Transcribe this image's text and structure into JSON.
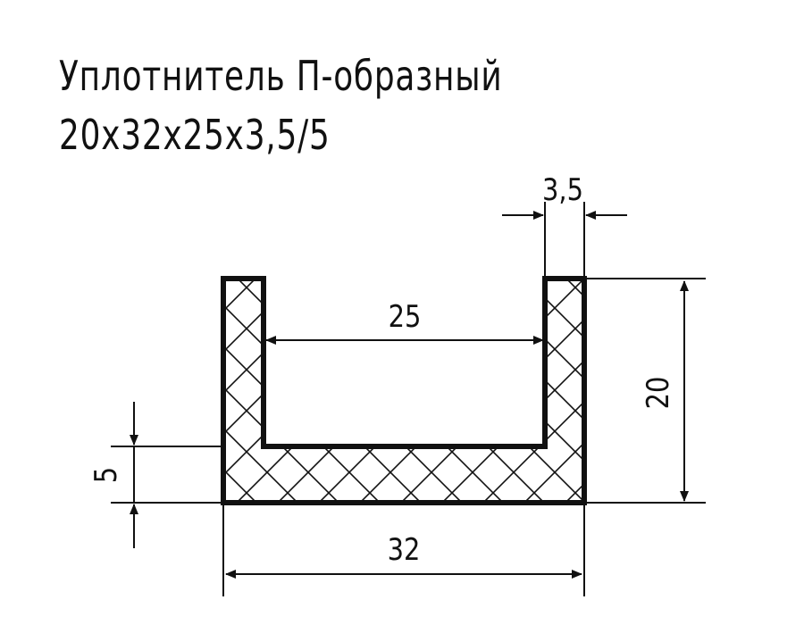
{
  "title": {
    "line1": "Уплотнитель П-образный",
    "line2": "20х32х25х3,5/5"
  },
  "dimensions": {
    "wall_thickness": "3,5",
    "inner_width": "25",
    "height": "20",
    "base_thickness": "5",
    "outer_width": "32"
  },
  "colors": {
    "line": "#111111",
    "background": "#ffffff"
  }
}
